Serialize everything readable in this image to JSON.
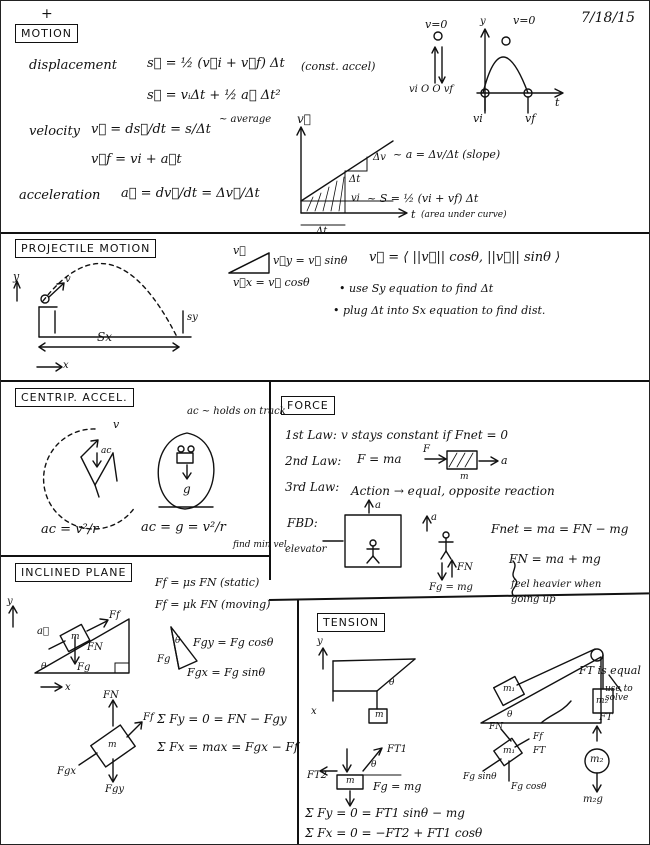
{
  "date": "7/18/15",
  "motion": {
    "header": "MOTION",
    "displacement_label": "displacement",
    "disp_eq1": "s⃗ = ½ (v⃗i + v⃗f) Δt",
    "disp_eq1_note": "(const. accel)",
    "disp_eq2": "s⃗ = vᵢΔt + ½ a⃗ Δt²",
    "velocity_label": "velocity",
    "vel_eq": "v⃗ = ds⃗/dt = s/Δt",
    "vel_note": "~ average",
    "vf_eq": "v⃗f = vi + a⃗t",
    "accel_label": "acceleration",
    "accel_eq": "a⃗ = dv⃗/dt = Δv⃗/Δt",
    "fig_v0": "v=0",
    "fig_v0_top": "v=0",
    "fig_vi_vf": "vi O O vf",
    "fig_y": "y",
    "fig_t": "t",
    "fig_vi": "vi",
    "fig_vf": "vf",
    "graph_v": "v⃗",
    "graph_dv": "Δv",
    "graph_dt": "Δt",
    "graph_slope": "~ a = Δv/Δt (slope)",
    "graph_vi": "vi",
    "graph_area": "~ S = ½ (vi + vf) Δt",
    "graph_area_note": "(area under curve)",
    "graph_t": "t",
    "graph_dt_bottom": "Δt"
  },
  "projectile": {
    "header": "PROJECTILE MOTION",
    "axis_y": "y",
    "axis_x": "x",
    "label_v": "v",
    "label_sy": "sy",
    "label_sx": "Sx",
    "triangle_v": "v⃗",
    "triangle_vy": "v⃗y = v⃗ sinθ",
    "triangle_vx": "v⃗x = v⃗ cosθ",
    "v_vector": "v⃗ = ⟨ ||v⃗|| cosθ, ||v⃗|| sinθ ⟩",
    "bullet1": "use Sy equation to find Δt",
    "bullet2": "plug Δt into Sx equation to find dist."
  },
  "centripetal": {
    "header": "CENTRIP. ACCEL.",
    "label_v": "v",
    "label_ac": "ac",
    "ac_note": "ac ~ holds on track",
    "label_g": "g",
    "eq1": "ac = v²/r",
    "eq2": "ac = g = v²/r",
    "eq2_note": "find min vel."
  },
  "force": {
    "header": "FORCE",
    "law1_label": "1st Law:",
    "law1": "v stays constant if Fnet = 0",
    "law2_label": "2nd Law:",
    "law2": "F = ma",
    "law2_F": "F",
    "law2_a": "a",
    "law2_m": "m",
    "law3_label": "3rd Law:",
    "law3": "Action → equal, opposite reaction",
    "fbd_label": "FBD:",
    "fbd_a": "a",
    "fbd_elevator": "elevator",
    "fbd_a2": "a",
    "fbd_fn": "FN",
    "fbd_fg": "Fg = mg",
    "fnet_eq": "Fnet = ma = FN − mg",
    "fn_eq": "FN = ma + mg",
    "feel_note": "feel heavier when going up"
  },
  "inclined": {
    "header": "INCLINED PLANE",
    "ff_static": "Ff = μs FN (static)",
    "ff_moving": "Ff = μk FN (moving)",
    "axis_y": "y",
    "axis_x": "x",
    "label_a": "a⃗",
    "label_m": "m",
    "label_ff": "Ff",
    "label_fn": "FN",
    "label_fg": "Fg",
    "label_theta": "θ",
    "fgy": "Fgy = Fg cosθ",
    "fgx": "Fgx = Fg sinθ",
    "fbd_fn": "FN",
    "fbd_ff": "Ff",
    "fbd_fgx": "Fgx",
    "fbd_fgy": "Fgy",
    "sum_fy": "Σ Fy = 0 = FN − Fgy",
    "sum_fx": "Σ Fx = max = Fgx − Ff"
  },
  "tension": {
    "header": "TENSION",
    "axis_y": "y",
    "axis_x": "x",
    "label_m": "m",
    "label_theta": "θ",
    "ft1": "FT1",
    "ft2": "FT2",
    "fg": "Fg = mg",
    "sum_fy": "Σ Fy = 0 = FT1 sinθ − mg",
    "sum_fx": "Σ Fx = 0 = −FT2 + FT1 cosθ",
    "label_m1": "m₁",
    "label_m2": "m₂",
    "ft_note": "FT is equal",
    "ft_note2": "use to solve",
    "ft": "FT",
    "fn": "FN",
    "ff": "Ff",
    "fgsin": "Fg sinθ",
    "fgcos": "Fg cosθ",
    "m2g": "m₂g"
  }
}
